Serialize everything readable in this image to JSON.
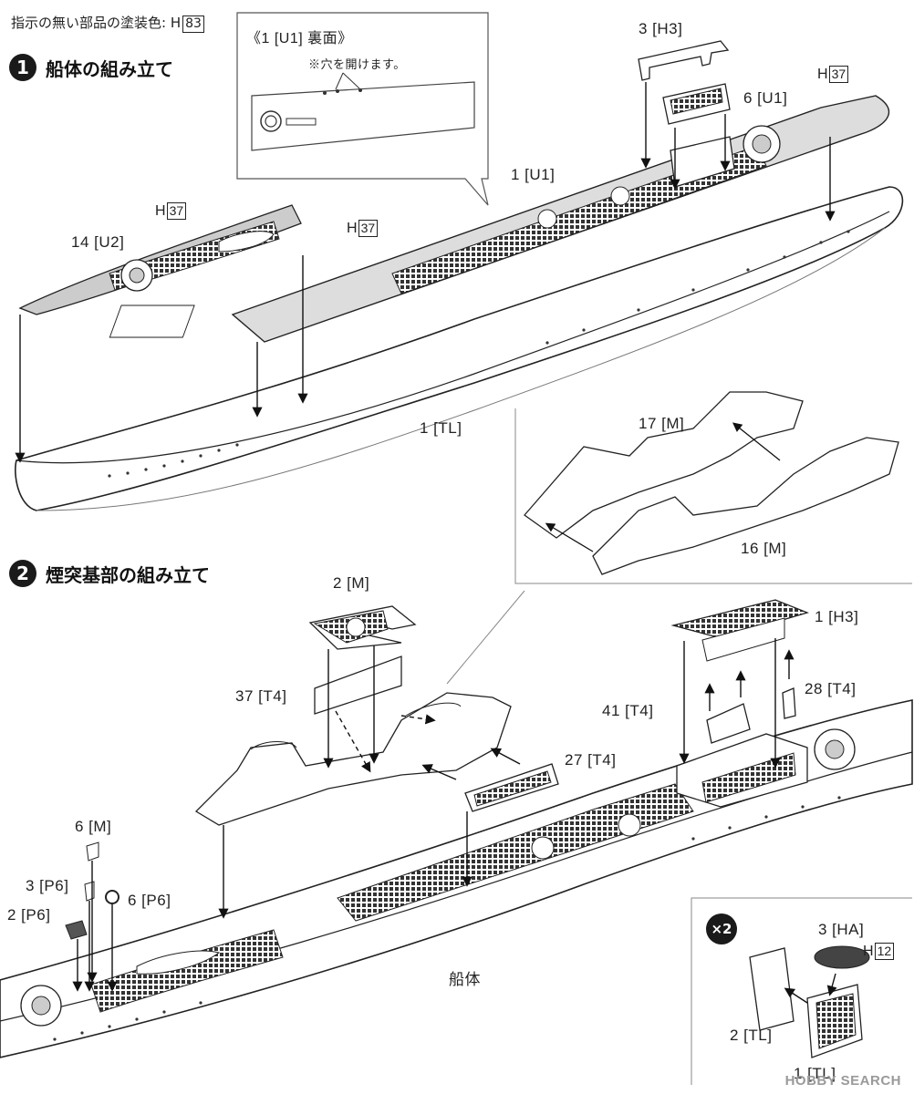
{
  "header_note": {
    "text": "指示の無い部品の塗装色:",
    "code_prefix": "H",
    "code": "83"
  },
  "steps": [
    {
      "number": "1",
      "title": "船体の組み立て"
    },
    {
      "number": "2",
      "title": "煙突基部の組み立て"
    }
  ],
  "inset1": {
    "title": "《1 [U1] 裏面》",
    "note": "※穴を開けます。"
  },
  "step1_labels": {
    "p3h3": "3 [H3]",
    "p6u1": "6 [U1]",
    "p1u1": "1 [U1]",
    "p14u2": "14 [U2]",
    "p1tl": "1 [TL]",
    "p17m": "17 [M]",
    "p16m": "16 [M]"
  },
  "step1_paints": [
    {
      "prefix": "H",
      "code": "37"
    },
    {
      "prefix": "H",
      "code": "37"
    },
    {
      "prefix": "H",
      "code": "37"
    }
  ],
  "step2_labels": {
    "p2m": "2 [M]",
    "p37t4": "37 [T4]",
    "p27t4": "27 [T4]",
    "p1h3": "1 [H3]",
    "p41t4": "41 [T4]",
    "p28t4": "28 [T4]",
    "p6m": "6 [M]",
    "p3p6": "3 [P6]",
    "p6p6": "6 [P6]",
    "p2p6": "2 [P6]",
    "hull": "船体"
  },
  "sub_inset": {
    "multiplier": "×2",
    "p3ha": "3 [HA]",
    "paint_prefix": "H",
    "paint_code": "12",
    "p2tl": "2 [TL]",
    "p1tl": "1 [TL]"
  },
  "watermark": "HOBBY SEARCH"
}
